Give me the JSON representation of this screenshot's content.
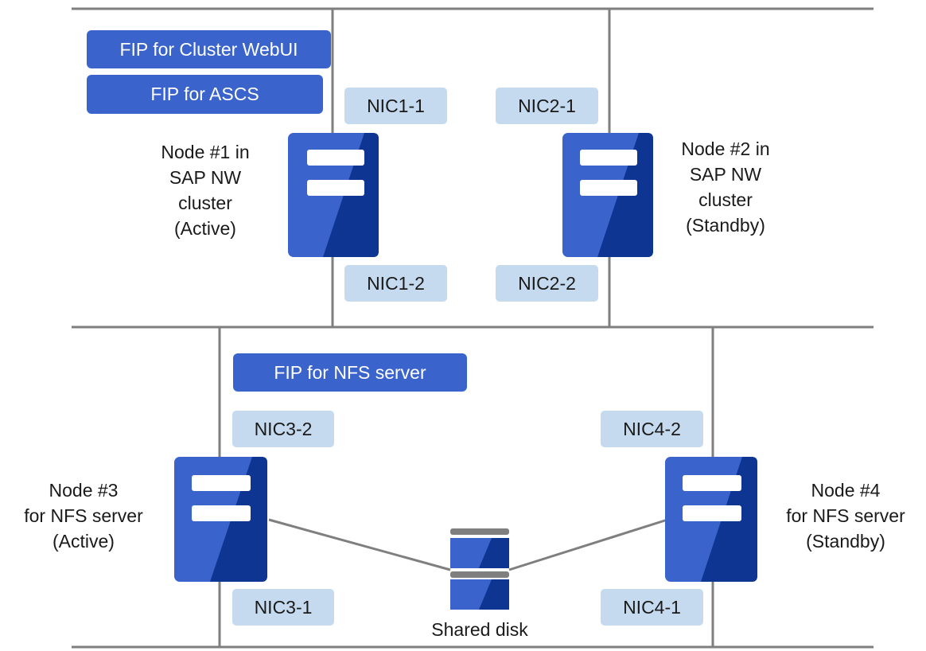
{
  "colors": {
    "fip": "#3a64cc",
    "nic": "#c5daef",
    "server_light": "#3a64cc",
    "server_dark": "#0e3591",
    "line": "#7f7f7f"
  },
  "fips": {
    "cluster_webui": "FIP for Cluster WebUI",
    "ascs": "FIP for ASCS",
    "nfs_server": "FIP for NFS server"
  },
  "nics": {
    "nic1_1": "NIC1-1",
    "nic1_2": "NIC1-2",
    "nic2_1": "NIC2-1",
    "nic2_2": "NIC2-2",
    "nic3_1": "NIC3-1",
    "nic3_2": "NIC3-2",
    "nic4_1": "NIC4-1",
    "nic4_2": "NIC4-2"
  },
  "nodes": {
    "node1": [
      "Node #1 in",
      "SAP NW",
      "cluster",
      "(Active)"
    ],
    "node2": [
      "Node #2 in",
      "SAP NW",
      "cluster",
      "(Standby)"
    ],
    "node3": [
      "Node #3",
      "for NFS server",
      "(Active)"
    ],
    "node4": [
      "Node #4",
      "for NFS server",
      "(Standby)"
    ]
  },
  "shared_disk": "Shared disk",
  "icons": {
    "server": "server-icon",
    "disk": "shared-disk-icon"
  }
}
